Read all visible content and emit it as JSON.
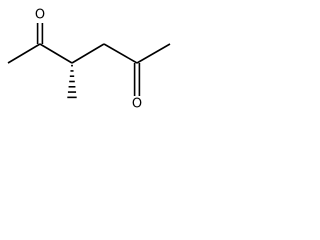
{
  "structure": {
    "atoms": [
      {
        "id": "C1",
        "element": "C"
      },
      {
        "id": "C2",
        "element": "C"
      },
      {
        "id": "O2",
        "element": "O",
        "label": "O"
      },
      {
        "id": "C3",
        "element": "C",
        "stereocenter": true
      },
      {
        "id": "Me3",
        "element": "C"
      },
      {
        "id": "C4",
        "element": "C"
      },
      {
        "id": "C5",
        "element": "C"
      },
      {
        "id": "O5",
        "element": "O",
        "label": "O"
      },
      {
        "id": "C6",
        "element": "C"
      }
    ],
    "bonds": [
      {
        "from": "C1",
        "to": "C2",
        "order": 1
      },
      {
        "from": "C2",
        "to": "O2",
        "order": 2
      },
      {
        "from": "C2",
        "to": "C3",
        "order": 1
      },
      {
        "from": "C3",
        "to": "Me3",
        "order": 1,
        "stereo": "hashed-wedge"
      },
      {
        "from": "C3",
        "to": "C4",
        "order": 1
      },
      {
        "from": "C4",
        "to": "C5",
        "order": 1
      },
      {
        "from": "C5",
        "to": "O5",
        "order": 2
      },
      {
        "from": "C5",
        "to": "C6",
        "order": 1
      }
    ]
  }
}
